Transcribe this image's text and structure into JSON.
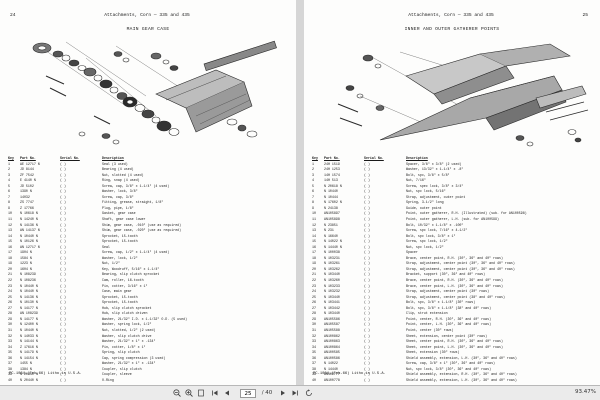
{
  "left_page": {
    "page_number": "24",
    "header_title": "Attachments, Corn — 335 and 435",
    "section_title": "MAIN GEAR CASE",
    "columns": {
      "key": "Key",
      "part": "Part No.",
      "serial": "Serial No.",
      "desc": "Description"
    },
    "rows": [
      {
        "key": "1",
        "part": "AE 12717 N",
        "serial": "(     )",
        "desc": "Seal (3 used)"
      },
      {
        "key": "2",
        "part": "JD 8144",
        "serial": "(     )",
        "desc": "Bearing (4 used)"
      },
      {
        "key": "3",
        "part": "ZF 7542",
        "serial": "(     )",
        "desc": "Nut, slotted (4 used)"
      },
      {
        "key": "4",
        "part": "E 4140 N",
        "serial": "(     )",
        "desc": "Ring, snap (4 used)"
      },
      {
        "key": "5",
        "part": "JD 5102",
        "serial": "(     )",
        "desc": "Screw, cap, 3/8\" x 1-1/4\" (4 used)"
      },
      {
        "key": "6",
        "part": "1390 N",
        "serial": "(     )",
        "desc": "Washer, lock, 3/8\""
      },
      {
        "key": "7",
        "part": "14032",
        "serial": "(     )",
        "desc": "Screw, cap, 3/8\""
      },
      {
        "key": "8",
        "part": "ZS 7747",
        "serial": "(     )",
        "desc": "Fitting, grease, straight, 1/8\""
      },
      {
        "key": "9",
        "part": "Z 17766",
        "serial": "(     )",
        "desc": "Plug, pipe, 1/8\""
      },
      {
        "key": "10",
        "part": "N 10618 N",
        "serial": "(     )",
        "desc": "Gasket, gear case"
      },
      {
        "key": "11",
        "part": "N 14240 N",
        "serial": "(     )",
        "desc": "Shaft, gear case lower"
      },
      {
        "key": "12",
        "part": "N 14136 N",
        "serial": "(     )",
        "desc": "Shim, gear case, .010\" (use as required)"
      },
      {
        "key": "13",
        "part": "AN 14137 N",
        "serial": "(     )",
        "desc": "Shim, gear case, .020\" (use as required)"
      },
      {
        "key": "14",
        "part": "N 10440 N",
        "serial": "(     )",
        "desc": "Sprocket, 15-tooth"
      },
      {
        "key": "15",
        "part": "N 10126 N",
        "serial": "(     )",
        "desc": "Sprocket, 15-tooth"
      },
      {
        "key": "16",
        "part": "AN 12717 N",
        "serial": "(     )",
        "desc": "Seal"
      },
      {
        "key": "17",
        "part": "1904 N",
        "serial": "(     )",
        "desc": "Screw, cap, 1/2\" x 1-1/4\" (4 used)"
      },
      {
        "key": "18",
        "part": "1584 N",
        "serial": "(     )",
        "desc": "Washer, lock, 1/2\""
      },
      {
        "key": "19",
        "part": "1223 N",
        "serial": "(     )",
        "desc": "Nut, 1/2\""
      },
      {
        "key": "20",
        "part": "1604 N",
        "serial": "(     )",
        "desc": "Key, Woodruff, 5/16\" x 1-1/4\""
      },
      {
        "key": "21",
        "part": "N 108239",
        "serial": "(     )",
        "desc": "Bearing, slip clutch sprocket"
      },
      {
        "key": "22",
        "part": "N 108236",
        "serial": "(     )",
        "desc": "Cam, roller, 16-tooth"
      },
      {
        "key": "23",
        "part": "N 10440 N",
        "serial": "(     )",
        "desc": "Pin, cotter, 3/16\" x 1\""
      },
      {
        "key": "24",
        "part": "N 10440 N",
        "serial": "(     )",
        "desc": "Case, main gear"
      },
      {
        "key": "25",
        "part": "N 14136 N",
        "serial": "(     )",
        "desc": "Sprocket, 15-tooth"
      },
      {
        "key": "26",
        "part": "N 10130 N",
        "serial": "(     )",
        "desc": "Sprocket, 15-tooth"
      },
      {
        "key": "27",
        "part": "N 14177 N",
        "serial": "(     )",
        "desc": "Hub, slip clutch sprocket"
      },
      {
        "key": "28",
        "part": "AN 108239",
        "serial": "(     )",
        "desc": "Hub, slip clutch driven"
      },
      {
        "key": "29",
        "part": "N 14177 N",
        "serial": "(     )",
        "desc": "Washer, 21/32\" I.D. x 1-1/32\" O.D. (5 used)"
      },
      {
        "key": "30",
        "part": "N 12400 N",
        "serial": "(     )",
        "desc": "Washer, spring lock, 1/2\""
      },
      {
        "key": "31",
        "part": "N 10440 N",
        "serial": "(     )",
        "desc": "Nut, slotted, 1/2\" (2 used)"
      },
      {
        "key": "32",
        "part": "N 14033 N",
        "serial": "(     )",
        "desc": "Washer, slip clutch drive"
      },
      {
        "key": "33",
        "part": "N 14144 N",
        "serial": "(     )",
        "desc": "Washer, 21/32\" x 1\" x .134\""
      },
      {
        "key": "34",
        "part": "Z 17616 N",
        "serial": "(     )",
        "desc": "Pin, cotter, 1/8\" x 1\""
      },
      {
        "key": "35",
        "part": "N 14179 N",
        "serial": "(     )",
        "desc": "Spring, slip clutch"
      },
      {
        "key": "36",
        "part": "N 14154 N",
        "serial": "(     )",
        "desc": "Cap, spring compression (3 used)"
      },
      {
        "key": "37",
        "part": "1455 N",
        "serial": "(     )",
        "desc": "Washer, 21/32\" x 1\" x .134\""
      },
      {
        "key": "38",
        "part": "1384 N",
        "serial": "(     )",
        "desc": "Coupler, slip clutch"
      },
      {
        "key": "39",
        "part": "N 20440 N",
        "serial": "(     )",
        "desc": "Coupler, sleeve"
      },
      {
        "key": "40",
        "part": "N 20440 N",
        "serial": "(     )",
        "desc": "O-Ring"
      }
    ],
    "footer": "PC-1084-(Feb-66)  Litho in U.S.A."
  },
  "right_page": {
    "page_number": "25",
    "header_title": "Attachments, Corn — 335 and 435",
    "section_title": "INNER AND OUTER GATHERER POINTS",
    "columns": {
      "key": "Key",
      "part": "Part No.",
      "serial": "Serial No.",
      "desc": "Description"
    },
    "rows": [
      {
        "key": "1",
        "part": "24H 1519",
        "serial": "(     )",
        "desc": "Spacer, 3/8\" x 3/8\" (2 used)"
      },
      {
        "key": "2",
        "part": "24H 1253",
        "serial": "(     )",
        "desc": "Washer, 13/32\" x 1-1/4\" x .8\""
      },
      {
        "key": "3",
        "part": "14H 1574",
        "serial": "(     )",
        "desc": "Bolt, spc, 3/8\" x 5/8\""
      },
      {
        "key": "4",
        "part": "14H 513",
        "serial": "(     )",
        "desc": "Nut, 7/16\""
      },
      {
        "key": "5",
        "part": "N 20618 N",
        "serial": "(     )",
        "desc": "Screw, spec lock, 3/8\" x 3/4\""
      },
      {
        "key": "6",
        "part": "N 10440",
        "serial": "(     )",
        "desc": "Nut, spc lock, 5/16\""
      },
      {
        "key": "7",
        "part": "N 10444",
        "serial": "(     )",
        "desc": "Strap, adjustment, outer point"
      },
      {
        "key": "8",
        "part": "N 17602 N",
        "serial": "(     )",
        "desc": "Spring, 3-1/2\" long"
      },
      {
        "key": "9",
        "part": "N 24138",
        "serial": "(     )",
        "desc": "Guide, outer point"
      },
      {
        "key": "10",
        "part": "AN105897",
        "serial": "(     )",
        "desc": "Point, outer gatherer, R.H. (Illustrated) (sub. for AN100598)"
      },
      {
        "key": "11",
        "part": "AN105898",
        "serial": "(     )",
        "desc": "Point, outer gatherer, L.H. (sub. for AN100599)"
      },
      {
        "key": "12",
        "part": "N 23851",
        "serial": "(     )",
        "desc": "Bolt, 10/32\" x 1-1/8\" x .100\""
      },
      {
        "key": "13",
        "part": "N 231",
        "serial": "(     )",
        "desc": "Screw, spc lock, 7/16\" x 4-1/2\""
      },
      {
        "key": "14",
        "part": "N 16640",
        "serial": "(     )",
        "desc": "Bolt, spc lock, 3/8\" x 1\""
      },
      {
        "key": "15",
        "part": "N 14022 N",
        "serial": "(     )",
        "desc": "Screw, spc lock, 1/2\""
      },
      {
        "key": "16",
        "part": "N 14440 N",
        "serial": "(     )",
        "desc": "Nut, spc lock, 1/2\""
      },
      {
        "key": "17",
        "part": "N 100038",
        "serial": "(     )",
        "desc": "Spacer"
      },
      {
        "key": "18",
        "part": "N 103231",
        "serial": "(     )",
        "desc": "Brace, center point, R.H. (30\", 36\" and 40\" rows)"
      },
      {
        "key": "19",
        "part": "N 103261",
        "serial": "(     )",
        "desc": "Strap, adjustment, center point (30\", 36\" and 40\" rows)"
      },
      {
        "key": "20",
        "part": "N 103262",
        "serial": "(     )",
        "desc": "Strap, adjustment, center point (30\", 36\" and 40\" rows)"
      },
      {
        "key": "21",
        "part": "N 103440",
        "serial": "(     )",
        "desc": "Bracket, support (30\", 36\" and 40\" rows)"
      },
      {
        "key": "22",
        "part": "N 103260",
        "serial": "(     )",
        "desc": "Brace, center point, R.H. (30\", 36\" and 40\" rows)"
      },
      {
        "key": "23",
        "part": "N 103233",
        "serial": "(     )",
        "desc": "Brace, center point, L.H. (30\", 36\" and 40\" rows)"
      },
      {
        "key": "24",
        "part": "N 103232",
        "serial": "(     )",
        "desc": "Strap, adjustment, center point (30\" rows)"
      },
      {
        "key": "25",
        "part": "N 103440",
        "serial": "(     )",
        "desc": "Strap, adjustment, center point (38\" and 40\" rows)"
      },
      {
        "key": "26",
        "part": "N 103441",
        "serial": "(     )",
        "desc": "Bolt, spc, 3/8\" x 1-1/8\" (30\" rows)"
      },
      {
        "key": "27",
        "part": "N 103442",
        "serial": "(     )",
        "desc": "Bolt, spc, 3/8\" x 1-1/8\" (38\" and 40\" rows)"
      },
      {
        "key": "28",
        "part": "N 103440",
        "serial": "(     )",
        "desc": "Clip, strut extension"
      },
      {
        "key": "29",
        "part": "AN105586",
        "serial": "(     )",
        "desc": "Point, center, R.H. (30\", 36\" and 40\" rows)"
      },
      {
        "key": "30",
        "part": "AN105587",
        "serial": "(     )",
        "desc": "Point, center, L.H. (30\", 36\" and 40\" rows)"
      },
      {
        "key": "31",
        "part": "AN105588",
        "serial": "(     )",
        "desc": "Point, center (30\" rows)"
      },
      {
        "key": "32",
        "part": "AN100862",
        "serial": "(     )",
        "desc": "Sheet, extension, center point (30\" rows)"
      },
      {
        "key": "33",
        "part": "AN100863",
        "serial": "(     )",
        "desc": "Sheet, center point, R.H. (30\", 36\" and 40\" rows)"
      },
      {
        "key": "34",
        "part": "AN100864",
        "serial": "(     )",
        "desc": "Sheet, center point, L.H. (30\", 36\" and 40\" rows)"
      },
      {
        "key": "35",
        "part": "AN100585",
        "serial": "(     )",
        "desc": "Sheet, extension (30\" rows)"
      },
      {
        "key": "36",
        "part": "AN100586",
        "serial": "(     )",
        "desc": "Shield assembly, extension, L.H. (30\", 36\" and 40\" rows)"
      },
      {
        "key": "37",
        "part": "N 14022",
        "serial": "(     )",
        "desc": "Screw, cap, 3/8\" x 1\" (30\", 36\" and 40\" rows)"
      },
      {
        "key": "38",
        "part": "N 14440",
        "serial": "(     )",
        "desc": "Nut, spc lock, 3/8\" (30\", 36\" and 40\" rows)"
      },
      {
        "key": "39",
        "part": "AN100777",
        "serial": "(     )",
        "desc": "Shield assembly, extension, R.H. (30\", 36\" and 40\" rows)"
      },
      {
        "key": "40",
        "part": "AN100778",
        "serial": "(     )",
        "desc": "Shield assembly, extension, L.H. (30\", 36\" and 40\" rows)"
      }
    ],
    "footer": "PC-1084-(Feb-66)  Litho in U.S.A."
  },
  "toolbar": {
    "current_page": "25",
    "page_total": "/ 40",
    "zoom": "93.47%",
    "icons": [
      "zoom-out-icon",
      "zoom-in-icon",
      "fit-page-icon",
      "first-page-icon",
      "prev-page-icon",
      "next-page-icon",
      "last-page-icon",
      "rotate-icon"
    ]
  }
}
